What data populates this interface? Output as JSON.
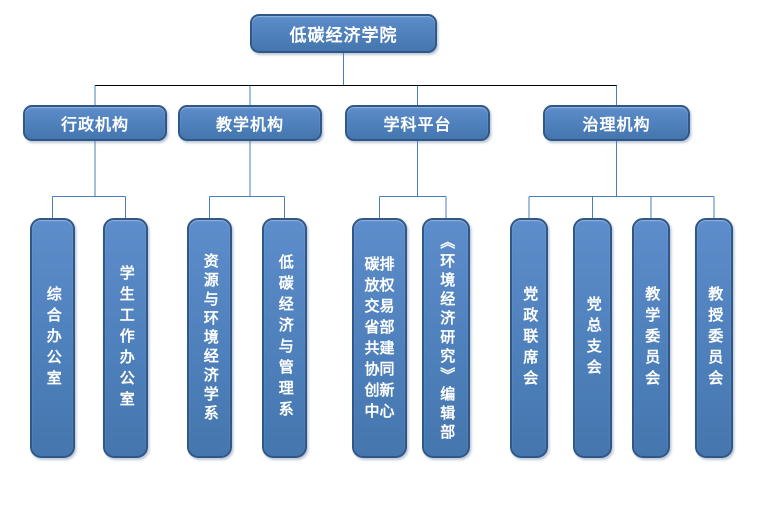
{
  "palette": {
    "box_fill": "#4F81BD",
    "box_border": "#2F5787",
    "connector_blue": "#4C7DBB",
    "connector_top_horizontal": "#000000",
    "text_color": "#FFFFFF",
    "background": "#FFFFFF"
  },
  "root": {
    "label": "低碳经济学院"
  },
  "groups": [
    {
      "label": "行政机构",
      "children": [
        {
          "label": "综合办公室"
        },
        {
          "label": "学生工作办公室"
        }
      ]
    },
    {
      "label": "教学机构",
      "children": [
        {
          "label": "资源与环境经济学系"
        },
        {
          "label": "低碳经济与管理系"
        }
      ]
    },
    {
      "label": "学科平台",
      "children": [
        {
          "label": "碳排放权交易省部共建协同创新中心"
        },
        {
          "label": "《环境经济研究》编辑部"
        }
      ]
    },
    {
      "label": "治理机构",
      "children": [
        {
          "label": "党政联席会"
        },
        {
          "label": "党总支会"
        },
        {
          "label": "教学委员会"
        },
        {
          "label": "教授委员会"
        }
      ]
    }
  ]
}
